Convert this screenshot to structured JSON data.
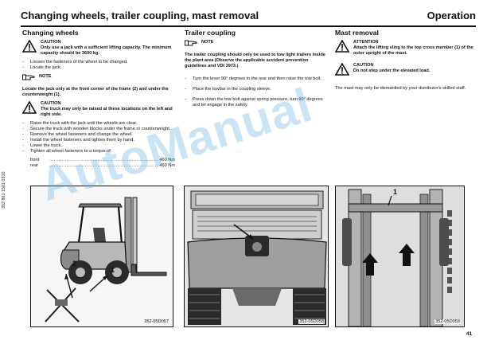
{
  "header": {
    "title": "Changing wheels, trailer coupling, mast removal",
    "section": "Operation"
  },
  "side_code": "352 801 1501 0310",
  "col1": {
    "heading": "Changing wheels",
    "caution1": {
      "label": "CAUTION",
      "text": "Only use a jack with a sufficient lifting capacity. The minimum capacity should be 3600 kg.",
      "icon": "warning-triangle-icon"
    },
    "steps1": [
      "Loosen the fasteners of the wheel to be changed.",
      "Locate the jack."
    ],
    "note": {
      "label": "NOTE",
      "text": "Locate the jack only at the front corner of the frame (2) and under the counterweight (1).",
      "icon": "pointing-hand-icon"
    },
    "caution2": {
      "label": "CAUTION",
      "text": "The truck may only be raised at these locations on the left and right side.",
      "icon": "warning-triangle-icon"
    },
    "steps2": [
      "Raise the truck with the jack until the wheels are clear.",
      "Secure the truck with wooden blocks under the frame or counterweight.",
      "Remove the wheel fasteners and change the wheel.",
      "Install the wheel fasteners and tighten them by hand.",
      "Lower the truck.",
      "Tighten all wheel fasteners to a torque of:"
    ],
    "torque": [
      {
        "label": "front",
        "value": "460 Nm"
      },
      {
        "label": "rear",
        "value": "460 Nm"
      }
    ],
    "figure": {
      "code": "352-05D057",
      "callout_1": "1",
      "callout_2": "2"
    }
  },
  "col2": {
    "heading": "Trailer coupling",
    "note": {
      "label": "NOTE",
      "text": "The trailer coupling should only be used to tow light trailers inside the plant area (Observe the applicable accident prevention guidelines and VDI 3973.)",
      "icon": "pointing-hand-icon"
    },
    "steps": [
      "Turn the lever 90° degrees to the rear and then raise the tow bolt.",
      "Place the towbar in the coupling sleeve.",
      "Press down the tow bolt against spring pressure, turn 90° degrees and let engage in the safety."
    ],
    "figure": {
      "code": "352-05D058"
    }
  },
  "col3": {
    "heading": "Mast removal",
    "attention": {
      "label": "ATTENTION",
      "text": "Attach the lifting sling to the top cross member (1) of the outer upright of the mast.",
      "icon": "warning-triangle-icon"
    },
    "caution": {
      "label": "CAUTION",
      "text": "Do not step under the elevated load.",
      "icon": "warning-triangle-icon"
    },
    "text": "The mast may only be dismantled by your distributor's skilled staff.",
    "figure": {
      "code": "352-05D059",
      "callout_1": "1"
    }
  },
  "page_number": "41",
  "watermark": "AutoManual"
}
